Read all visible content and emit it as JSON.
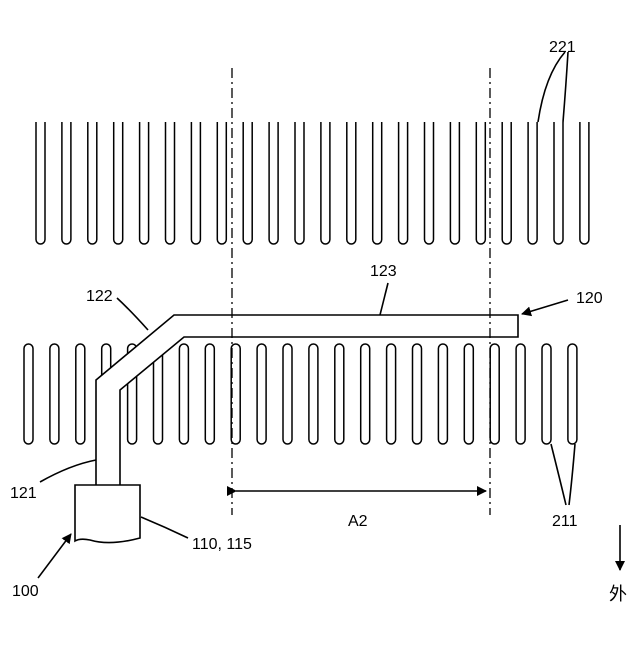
{
  "labels": {
    "upper_fins": "221",
    "lower_fins": "211",
    "heat_pipe": "120",
    "pipe_bend": "122",
    "pipe_straight": "123",
    "pipe_riser": "121",
    "base_block": "110, 115",
    "assembly": "100",
    "region": "A2",
    "direction": "外"
  },
  "upper_fin_count": 22,
  "lower_fin_count": 22
}
